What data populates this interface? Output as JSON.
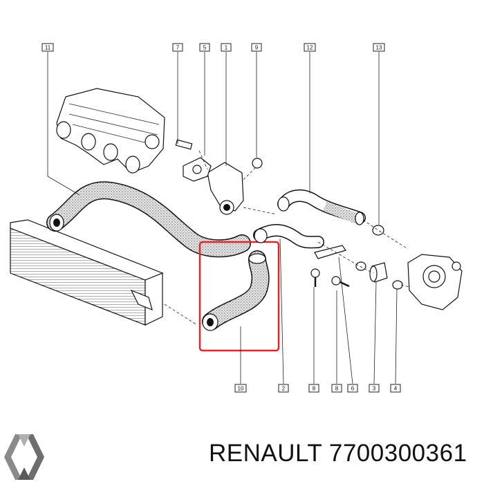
{
  "callouts": {
    "c11": "11",
    "c7": "7",
    "c5": "5",
    "c1": "1",
    "c9": "9",
    "c12": "12",
    "c13": "13",
    "c10": "10",
    "c2": "2",
    "c8a": "8",
    "c8b": "8",
    "c6": "6",
    "c3": "3",
    "c4": "4"
  },
  "caption": {
    "brand": "RENAULT",
    "part_number": "7700300361"
  },
  "colors": {
    "highlight": "#e0242e",
    "line": "#222222"
  }
}
